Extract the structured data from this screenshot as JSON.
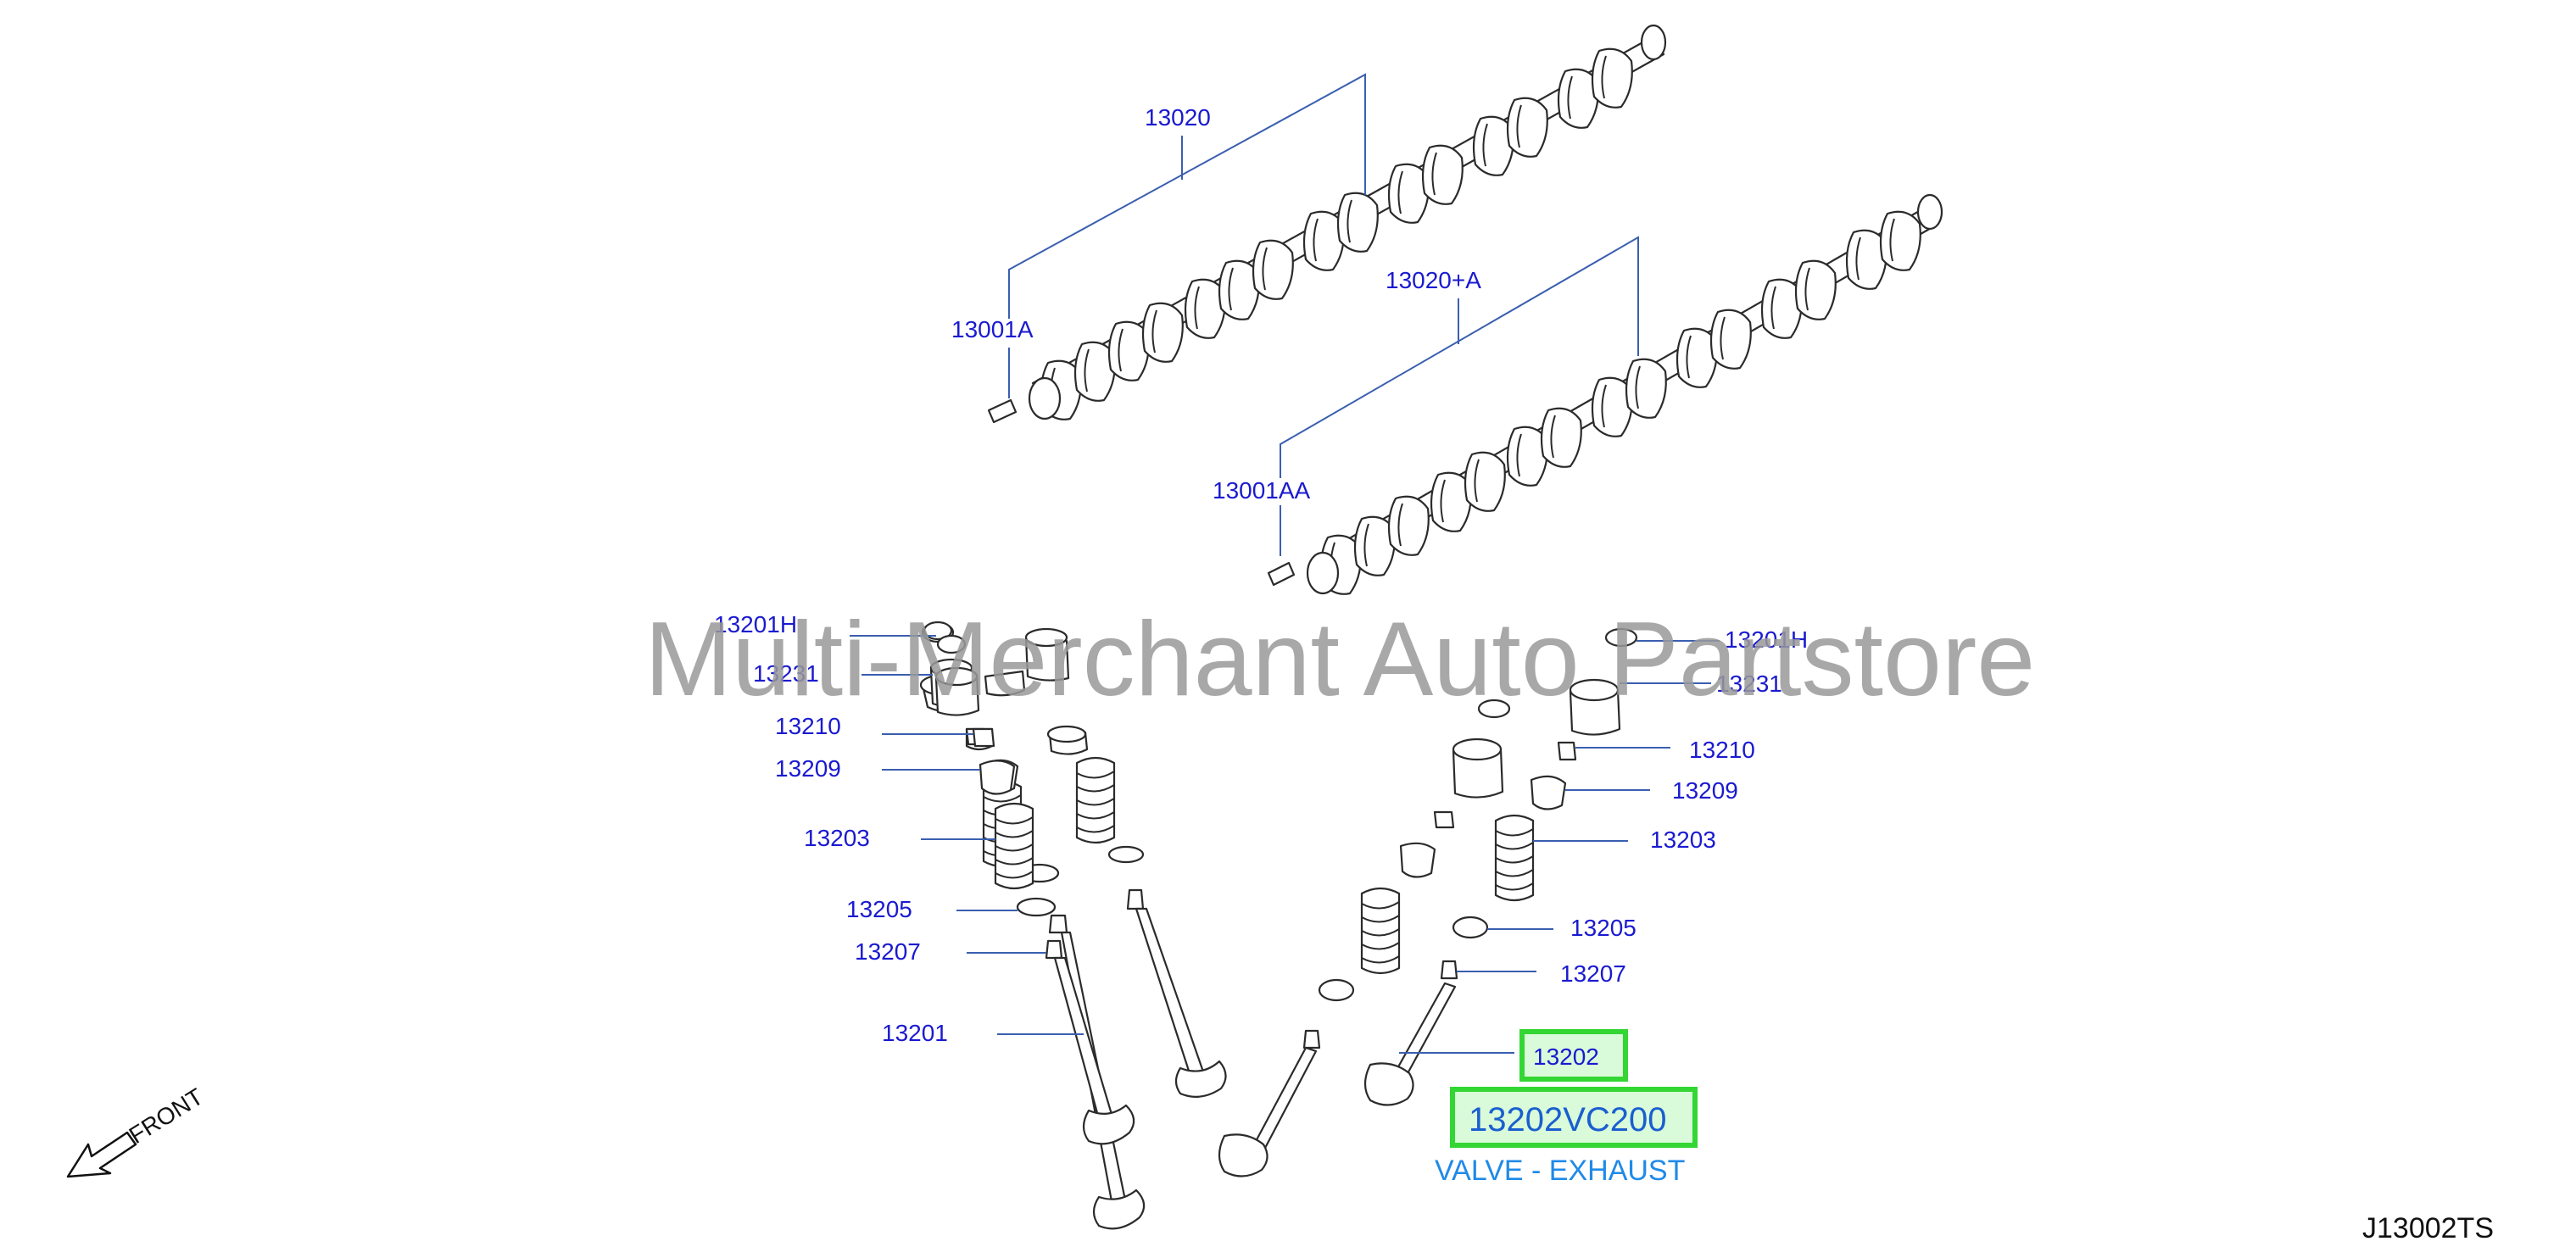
{
  "callouts": {
    "c13020": "13020",
    "c13001A": "13001A",
    "c13020A": "13020+A",
    "c13001AA": "13001AA",
    "l13201H": "13201H",
    "l13231": "13231",
    "l13210": "13210",
    "l13209": "13209",
    "l13203": "13203",
    "l13205": "13205",
    "l13207": "13207",
    "l13201": "13201",
    "r13201H": "13201H",
    "r13231": "13231",
    "r13210": "13210",
    "r13209": "13209",
    "r13203": "13203",
    "r13205": "13205",
    "r13207": "13207",
    "r13202": "13202"
  },
  "highlight": {
    "part_number": "13202VC200",
    "description": "VALVE - EXHAUST",
    "box_color": "#33d633"
  },
  "watermark": "Multi-Merchant Auto Partstore",
  "front_label": "FRONT",
  "diagram_ref": "J13002TS"
}
